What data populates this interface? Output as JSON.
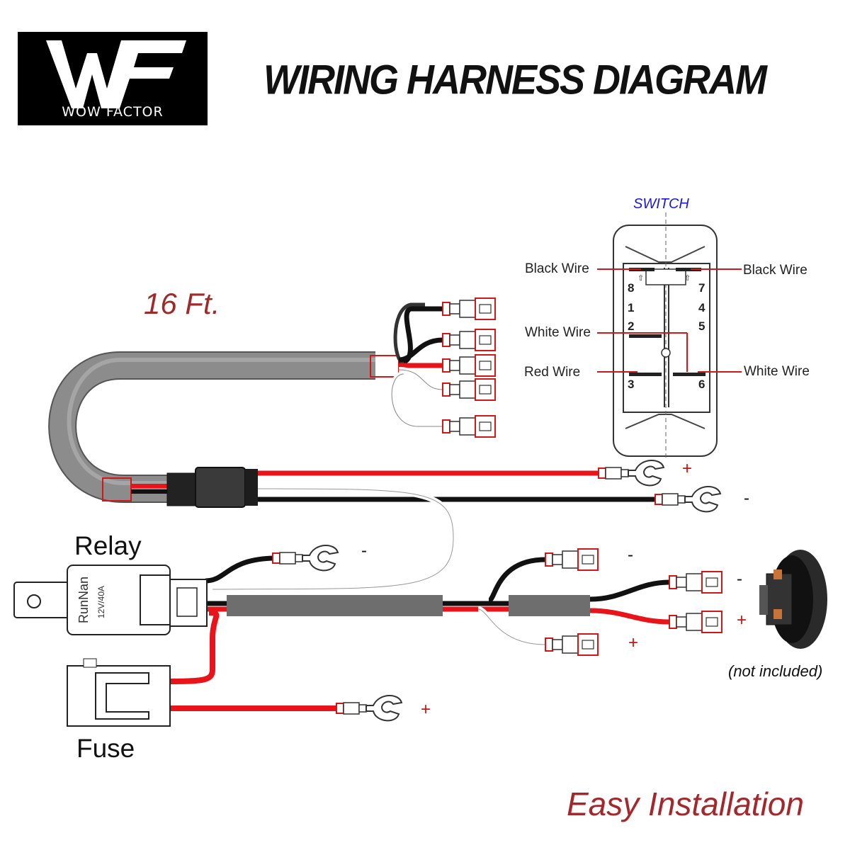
{
  "logo": {
    "monogram": "WF",
    "wordmark": "WOW FACTOR"
  },
  "title": "WIRING HARNESS DIAGRAM",
  "harness_length": "16 Ft.",
  "switch": {
    "label": "SWITCH",
    "terminals": [
      "8",
      "7",
      "1",
      "4",
      "2",
      "5",
      "3",
      "6"
    ],
    "wires": {
      "top_left": "Black Wire",
      "top_right": "Black Wire",
      "middle_left": "White Wire",
      "bottom_left": "Red Wire",
      "bottom_right": "White Wire"
    }
  },
  "relay": {
    "label": "Relay",
    "brand": "RunNan",
    "rating": "12V/40A"
  },
  "fuse": {
    "label": "Fuse"
  },
  "polarity": {
    "battery_positive": "+",
    "battery_negative": "-",
    "relay_ground": "-",
    "light_a_negative": "-",
    "light_a_positive": "+",
    "light_b_negative": "-",
    "light_b_positive": "+",
    "fuse_positive": "+"
  },
  "lamp_note": "(not included)",
  "tagline": "Easy Installation",
  "colors": {
    "red_wire": "#e8141a",
    "black_wire": "#1a1a1a",
    "white_wire": "#ffffff",
    "sheath": "#8a8a8a",
    "title_red": "#a3282b"
  }
}
